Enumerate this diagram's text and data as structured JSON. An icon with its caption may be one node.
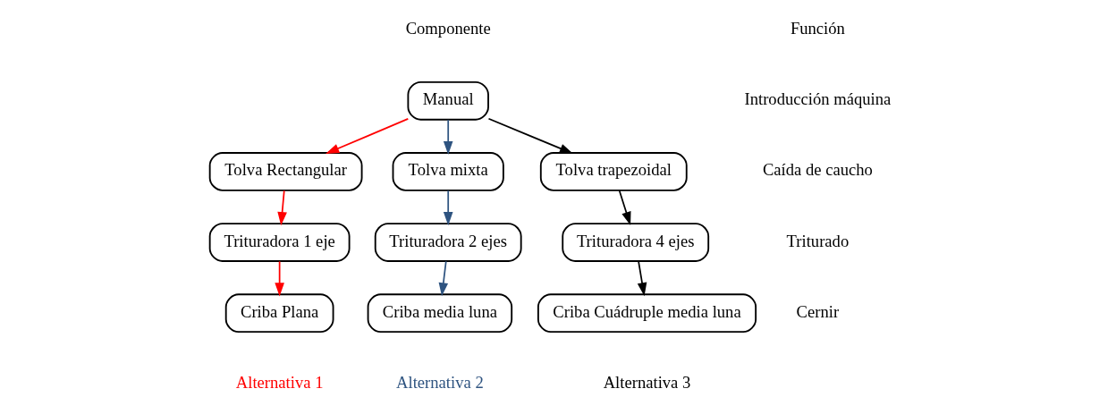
{
  "diagram": {
    "nodes": [
      {
        "text": [
          "Manual"
        ]
      },
      {
        "text": [
          "Tolva Rectangular"
        ]
      },
      {
        "text": [
          "Tolva mixta"
        ]
      },
      {
        "text": [
          "Tolva trapezoidal"
        ]
      },
      {
        "text": [
          "Trituradora 1 eje"
        ]
      },
      {
        "text": [
          "Trituradora 2 ejes"
        ]
      },
      {
        "text": [
          "Trituradora 4 ejes"
        ]
      },
      {
        "text": [
          "Criba Plana"
        ]
      },
      {
        "text": [
          "Criba Cuádruple media luna"
        ]
      },
      {
        "text": [
          "Criba media luna"
        ]
      }
    ],
    "edges": [
      {
        "from": 0,
        "to": 1,
        "arrow": "to",
        "color": "#ff0000"
      },
      {
        "from": 0,
        "to": 2,
        "arrow": "to",
        "color": "#2f5480"
      },
      {
        "from": 0,
        "to": 3,
        "arrow": "to",
        "color": "#000000"
      },
      {
        "from": 1,
        "to": 4,
        "arrow": "to",
        "color": "#ff0000"
      },
      {
        "from": 2,
        "to": 5,
        "arrow": "to",
        "color": "#2f5480"
      },
      {
        "from": 3,
        "to": 6,
        "arrow": "to",
        "color": "#000000"
      },
      {
        "from": 4,
        "to": 7,
        "arrow": "to",
        "color": "#ff0000"
      },
      {
        "from": 5,
        "to": 9,
        "arrow": "to",
        "color": "#2f5480"
      },
      {
        "from": 6,
        "to": 8,
        "arrow": "to",
        "color": "#000000"
      }
    ],
    "labels": [
      "Función",
      "Componente",
      "Introducción máquina",
      "Caída de caucho",
      "Triturado",
      "Cernir",
      "Alternativa 1",
      "Alternativa 3",
      "Alternativa 2"
    ]
  }
}
